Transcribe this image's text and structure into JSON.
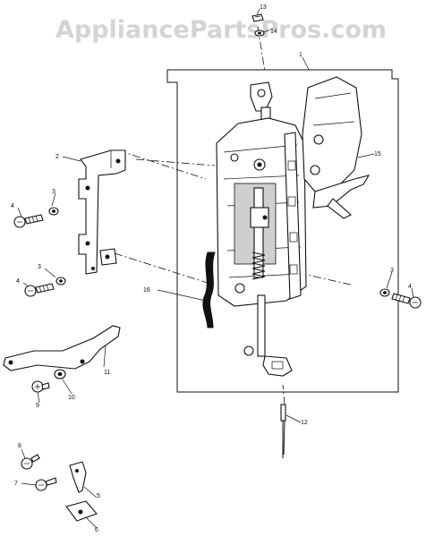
{
  "watermark": "AppliancePartsPros.com",
  "callouts": {
    "c1": "1",
    "c2": "2",
    "c3a": "3",
    "c3b": "3",
    "c3c": "3",
    "c4a": "4",
    "c4b": "4",
    "c4c": "4",
    "c5": "5",
    "c6": "6",
    "c7": "7",
    "c8": "8",
    "c9": "9",
    "c10": "10",
    "c11": "11",
    "c12": "12",
    "c13": "13",
    "c14": "14",
    "c15": "15",
    "c16": "16"
  }
}
